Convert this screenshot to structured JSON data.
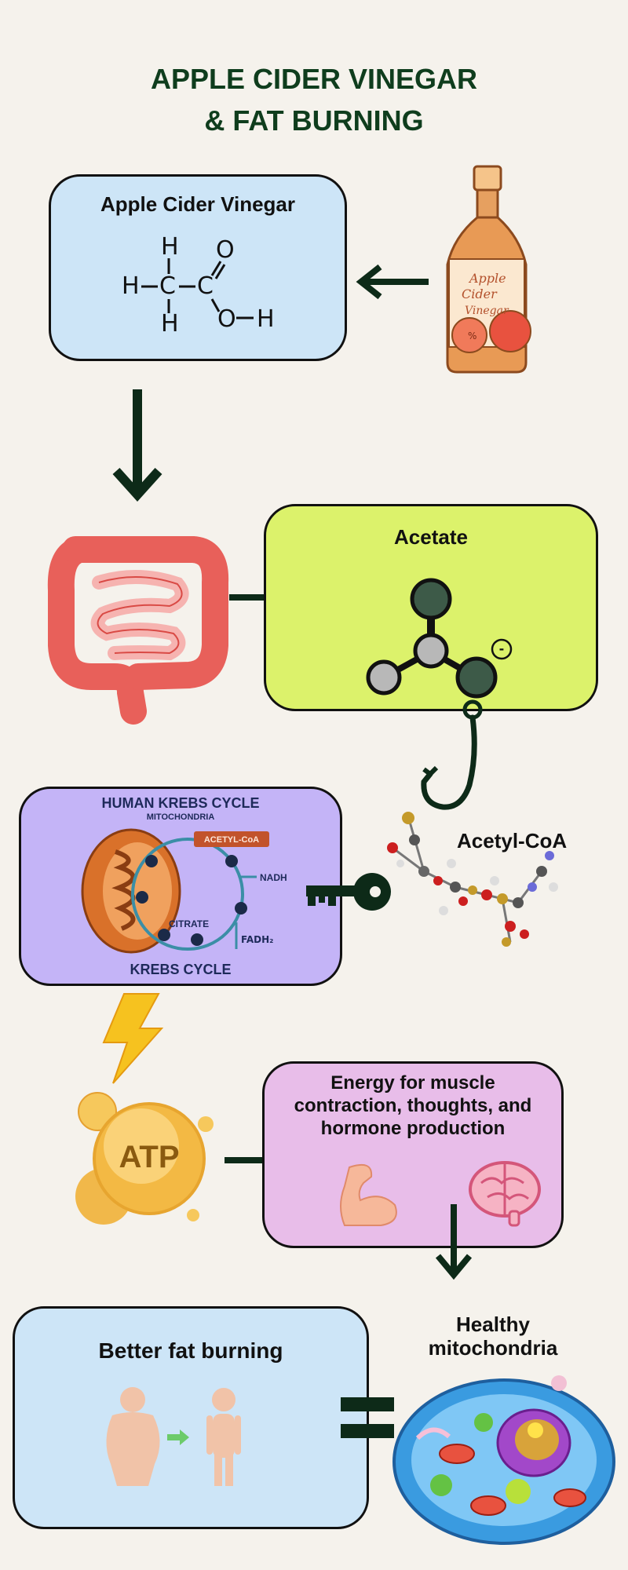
{
  "title": {
    "line1": "APPLE CIDER VINEGAR",
    "line2": "& FAT BURNING"
  },
  "vinegar_box": {
    "title": "Apple Cider Vinegar",
    "formula_atoms": {
      "h_top": "H",
      "h_left": "H",
      "c1": "C",
      "c2": "C",
      "o_top": "O",
      "h_bottom": "H",
      "o_bottom": "O",
      "h_right": "H"
    },
    "color": "#cde5f7"
  },
  "bottle": {
    "label_line1": "Apple",
    "label_line2": "Cider",
    "label_line3": "Vinegar",
    "label_small": "%",
    "icon": "vinegar-bottle-icon"
  },
  "acetate_box": {
    "title": "Acetate",
    "charge": "-",
    "color": "#dcf26b"
  },
  "acetyl_coa": {
    "label": "Acetyl-CoA"
  },
  "krebs_box": {
    "header": "HUMAN KREBS CYCLE",
    "subheader": "MITOCHONDRIA",
    "acetyl_tag": "ACETYL-CoA",
    "nadh": "NADH",
    "citrate": "CITRATE",
    "fadh2": "FADH₂",
    "footer": "KREBS CYCLE",
    "color": "#c4b4f7"
  },
  "atp": {
    "label": "ATP"
  },
  "energy_box": {
    "line1": "Energy for muscle",
    "line2": "contraction, thoughts, and",
    "line3": "hormone production",
    "color": "#e8bde9"
  },
  "fat_box": {
    "title": "Better fat burning",
    "color": "#cde5f7"
  },
  "mitochondria": {
    "line1": "Healthy",
    "line2": "mitochondria"
  },
  "colors": {
    "arrow": "#0d2a18",
    "title": "#0f3d1d",
    "background": "#f5f2ec"
  }
}
